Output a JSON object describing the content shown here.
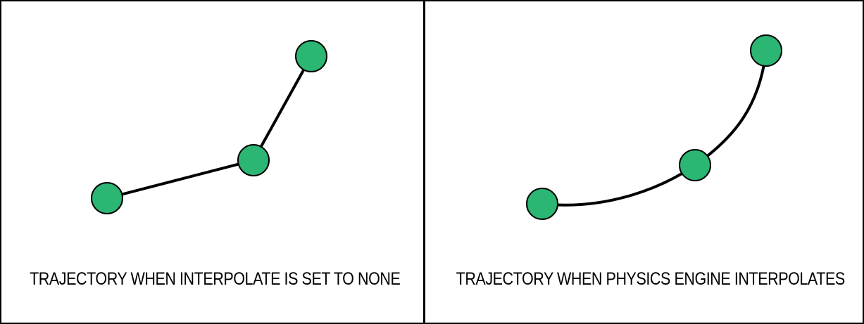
{
  "colors": {
    "node_fill": "#2bb673",
    "line": "#000000",
    "background": "#ffffff"
  },
  "panels": [
    {
      "caption": "TRAJECTORY WHEN INTERPOLATE IS SET TO NONE",
      "trajectory": "straight-segments",
      "node_count": 3
    },
    {
      "caption": "TRAJECTORY WHEN PHYSICS ENGINE INTERPOLATES",
      "trajectory": "smooth-curve",
      "node_count": 3
    }
  ]
}
